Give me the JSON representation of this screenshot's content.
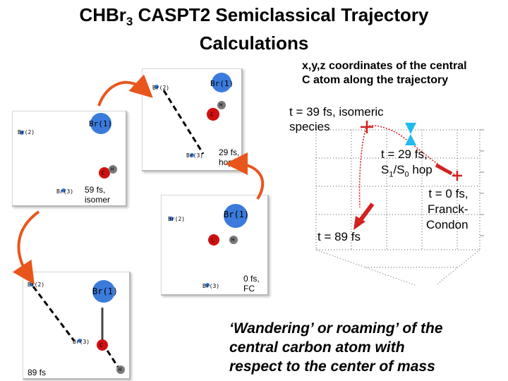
{
  "title": {
    "line1_main": "CHBr",
    "line1_sub": "3",
    "line1_rest": " CASPT2 Semiclassical Trajectory",
    "line2": "Calculations"
  },
  "coords_note": {
    "line1": "x,y,z coordinates of the central",
    "line2": "C atom along the trajectory"
  },
  "plot_labels": {
    "t39_line1": "t = 39 fs, isomeric",
    "t39_line2": "species",
    "t29_line1": "t = 29 fs,",
    "t29_s1": "S",
    "t29_s1_sub": "1",
    "t29_slash": "/S",
    "t29_s0_sub": "0",
    "t29_hop": " hop",
    "t0_line1": "t = 0 fs,",
    "t0_line2": "Franck-",
    "t0_line3": "Condon",
    "t89": "t = 89 fs"
  },
  "snapshots": {
    "fs59": {
      "caption_line1": "59 fs,",
      "caption_line2": "isomer",
      "br1": "Br(1)",
      "br2": "Br(2)",
      "br3": "Br(3)",
      "c": "C",
      "h": "H"
    },
    "fs29": {
      "caption_line1": "29 fs,",
      "caption_line2": "hop",
      "br1": "Br(1)",
      "br2": "Br(2)",
      "br3": "Br(3)",
      "c": "C",
      "h": "H"
    },
    "fs0": {
      "caption_line1": "0 fs,",
      "caption_line2": "FC",
      "br1": "Br(1)",
      "br2": "Br(2)",
      "br3": "Br(3)",
      "c": "C",
      "h": "H"
    },
    "fs89": {
      "caption": "89 fs",
      "br1": "Br(1)",
      "br2": "Br(2)",
      "br3": "Br(3)",
      "c": "C",
      "h": "H"
    }
  },
  "conclusion": {
    "line1": "‘Wandering’ or roaming’ of the",
    "line2": "central carbon atom with",
    "line3": "respect to the center of mass"
  },
  "colors": {
    "bromine": "#3a7bdc",
    "carbon": "#d01010",
    "hydrogen": "#7a7a7a",
    "arrow": "#e8561c",
    "trajectory": "#d42020",
    "hop_marker": "#22bbee"
  }
}
